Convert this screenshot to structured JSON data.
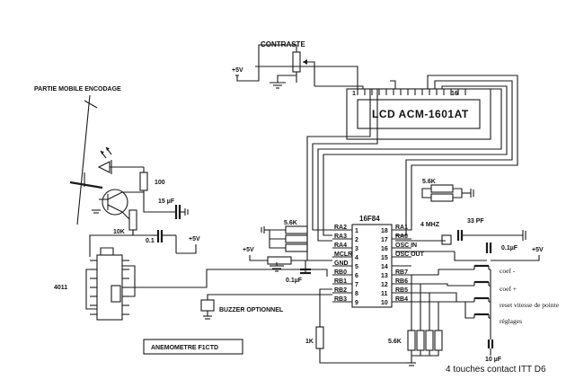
{
  "diagram": {
    "labels": {
      "contraste": "CONTRASTE",
      "lcd": "LCD ACM-1601AT",
      "lcd_pin1": "1",
      "lcd_pin16": "16",
      "partie_mobile": "PARTIE MOBILE ENCODAGE",
      "r100": "100",
      "c15": "15 µF",
      "r10k": "10K",
      "c01a": "0.1",
      "v5_top": "+5V",
      "v5_enc": "+5V",
      "v5_mclr": "+5V",
      "v5_right": "+5V",
      "ic4011": "4011",
      "r56k_left": "5.6K",
      "r56k_top": "5.6K",
      "r56k_bottom": "5.6K",
      "c01_mid": "0.1µF",
      "c01_right": "0.1µF",
      "c33": "33 PF",
      "xtal": "4 MHZ",
      "c10": "10 µF",
      "r1k": "1K",
      "pic": "16F84",
      "buzzer": "BUZZER OPTIONNEL",
      "anemometre": "ANEMOMETRE F1CTD",
      "touches": "4 touches contact ITT D6",
      "coef_minus": "coef -",
      "coef_plus": "coef +",
      "reset": "reset vitesse de pointe",
      "reglages": "réglages"
    },
    "pic_left_pins": [
      {
        "name": "RA2",
        "num": "1"
      },
      {
        "name": "RA3",
        "num": "2"
      },
      {
        "name": "RA4",
        "num": "3"
      },
      {
        "name": "MCLR",
        "num": "4"
      },
      {
        "name": "GND",
        "num": "5"
      },
      {
        "name": "RB0",
        "num": "6"
      },
      {
        "name": "RB1",
        "num": "7"
      },
      {
        "name": "RB2",
        "num": "8"
      },
      {
        "name": "RB3",
        "num": "9"
      }
    ],
    "pic_right_pins": [
      {
        "name": "RA1",
        "num": "18"
      },
      {
        "name": "RA0",
        "num": "17"
      },
      {
        "name": "OSC IN",
        "num": "16"
      },
      {
        "name": "OSC OUT",
        "num": "15"
      },
      {
        "name": "",
        "num": "14"
      },
      {
        "name": "RB7",
        "num": "13"
      },
      {
        "name": "RB6",
        "num": "12"
      },
      {
        "name": "RB5",
        "num": "11"
      },
      {
        "name": "RB4",
        "num": "10"
      }
    ]
  }
}
